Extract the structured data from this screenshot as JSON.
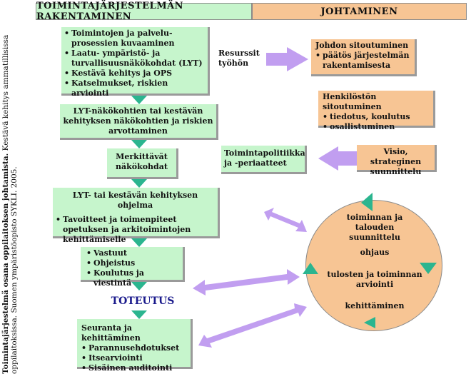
{
  "header": {
    "left": "TOIMINTAJÄRJESTELMÄN RAKENTAMINEN",
    "right": "JOHTAMINEN"
  },
  "side_caption": {
    "bold": "Toimintajärjestelmä osana oppilaitoksen johtamista.",
    "rest": " Kestävä kehitys ammatillisissa oppilaitoksissa. Suomen ympäristöopisto SYKLI. 2005."
  },
  "flow": {
    "box1": {
      "items": [
        "Toimintojen ja palvelu-prosessien kuvaaminen",
        "Laatu- ympäristö- ja turvallisuusnäkökohdat (LYT)",
        "Kestävä kehitys ja OPS",
        "Katselmukset, riskien arviointi"
      ]
    },
    "box2": "LYT-näkökohtien tai kestävän kehityksen näkökohtien ja riskien arvottaminen",
    "box3": "Merkittävät näkökohdat",
    "box4": {
      "title": "LYT- tai kestävän kehityksen ohjelma",
      "items": [
        "Tavoitteet ja toimenpiteet opetuksen ja arkitoimintojen kehittämiselle"
      ]
    },
    "box5": {
      "items": [
        "Vastuut",
        "Ohjeistus",
        "Koulutus ja viestintä"
      ]
    },
    "toteutus": "TOTEUTUS",
    "box6": {
      "title": "Seuranta ja kehittäminen",
      "items": [
        "Parannusehdotukset",
        "Itsearviointi",
        "Sisäinen auditointi"
      ]
    }
  },
  "management": {
    "resurssit": "Resurssit työhön",
    "johdon": {
      "title": "Johdon sitoutuminen",
      "items": [
        "päätös järjestelmän rakentamisesta"
      ]
    },
    "henkilosto": {
      "title": "Henkilöstön sitoutuminen",
      "items": [
        "tiedotus, koulutus",
        "osallistuminen"
      ]
    },
    "politiikka": "Toimintapolitiikka ja -periaatteet",
    "visio": "Visio, strateginen suunnittelu"
  },
  "cycle": {
    "t1": "toiminnan ja talouden suunnittelu",
    "t2": "ohjaus",
    "t3": "tulosten ja toiminnan arviointi",
    "t4": "kehittäminen"
  },
  "colors": {
    "green": "#c6f5cc",
    "orange": "#f7c594",
    "teal_arrow": "#2bb58f",
    "purple_arrow": "#c19ef0",
    "toteutus_blue": "#1a1a8c"
  }
}
